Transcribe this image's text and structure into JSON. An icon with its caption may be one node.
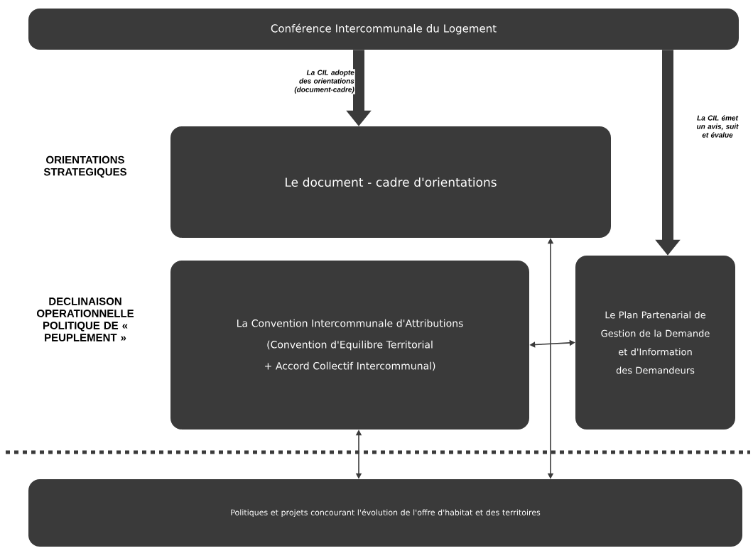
{
  "diagram": {
    "nodes": [
      {
        "text": [
          "Conférence Intercommunale du Logement"
        ]
      },
      {
        "text": [
          "Le document - cadre d'orientations"
        ]
      },
      {
        "text": [
          "La Convention Intercommunale d'Attributions",
          "(Convention d'Equilibre Territorial + Accord Collectif Intercommunal)"
        ]
      },
      {
        "text": [
          "Le Plan Partenarial de Gestion de la Demande et d'Information des Demandeurs"
        ]
      },
      {
        "text": [
          "Politiques et projets concourant l'évolution de l'offre d'habitat et des territoires"
        ]
      }
    ],
    "edges": [
      {
        "from": 0,
        "to": 1,
        "arrow": "to",
        "label": "La CIL adopte des orientations (document-cadre)",
        "style": "thick"
      },
      {
        "from": 0,
        "to": 3,
        "arrow": "to",
        "label": "La CIL émet un avis, suit et évalue",
        "style": "thick"
      },
      {
        "from": 2,
        "to": 3,
        "arrow": "both"
      },
      {
        "from": 2,
        "to": 4,
        "arrow": "both"
      },
      {
        "from": 1,
        "to": 4,
        "arrow": "both"
      }
    ],
    "labels": [
      "ORIENTATIONS STRATEGIQUES",
      "DECLINAISON OPERATIONNELLE POLITIQUE DE « PEUPLEMENT »"
    ]
  }
}
